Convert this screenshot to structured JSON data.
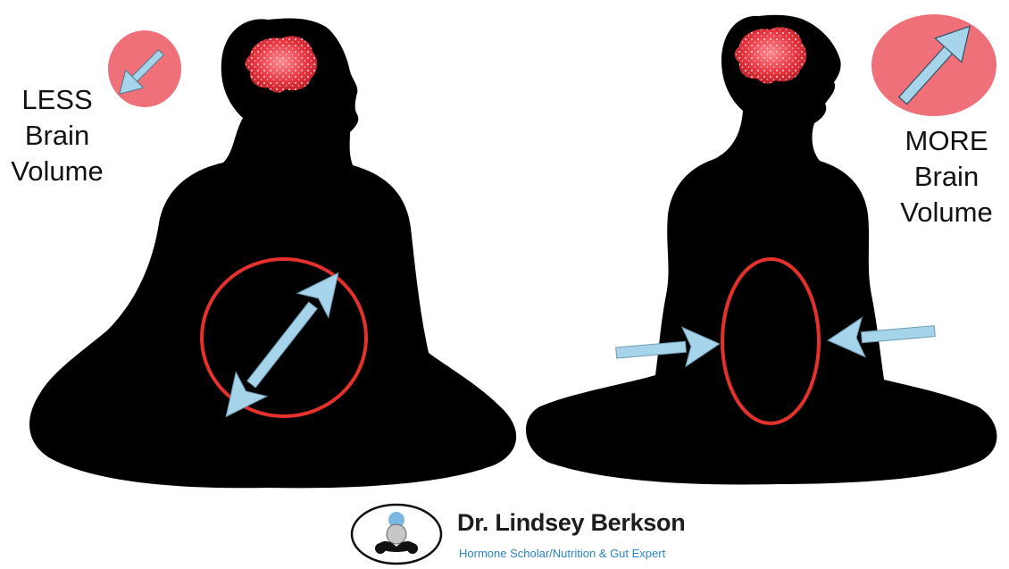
{
  "left_figure": {
    "label_lines": [
      "LESS",
      "Brain",
      "Volume"
    ],
    "indicator": "arrow-down-left"
  },
  "right_figure": {
    "label_lines": [
      "MORE",
      "Brain",
      "Volume"
    ],
    "indicator": "arrow-up-right"
  },
  "logo": {
    "name": "Dr. Lindsey Berkson",
    "tagline": "Hormone Scholar/Nutrition & Gut Expert"
  },
  "colors": {
    "silhouette": "#000000",
    "brain": "#e8353f",
    "badge": "#f0707a",
    "arrow": "#a6d4ea",
    "belly_ring": "#e4312b",
    "tagline": "#2b86c7"
  }
}
